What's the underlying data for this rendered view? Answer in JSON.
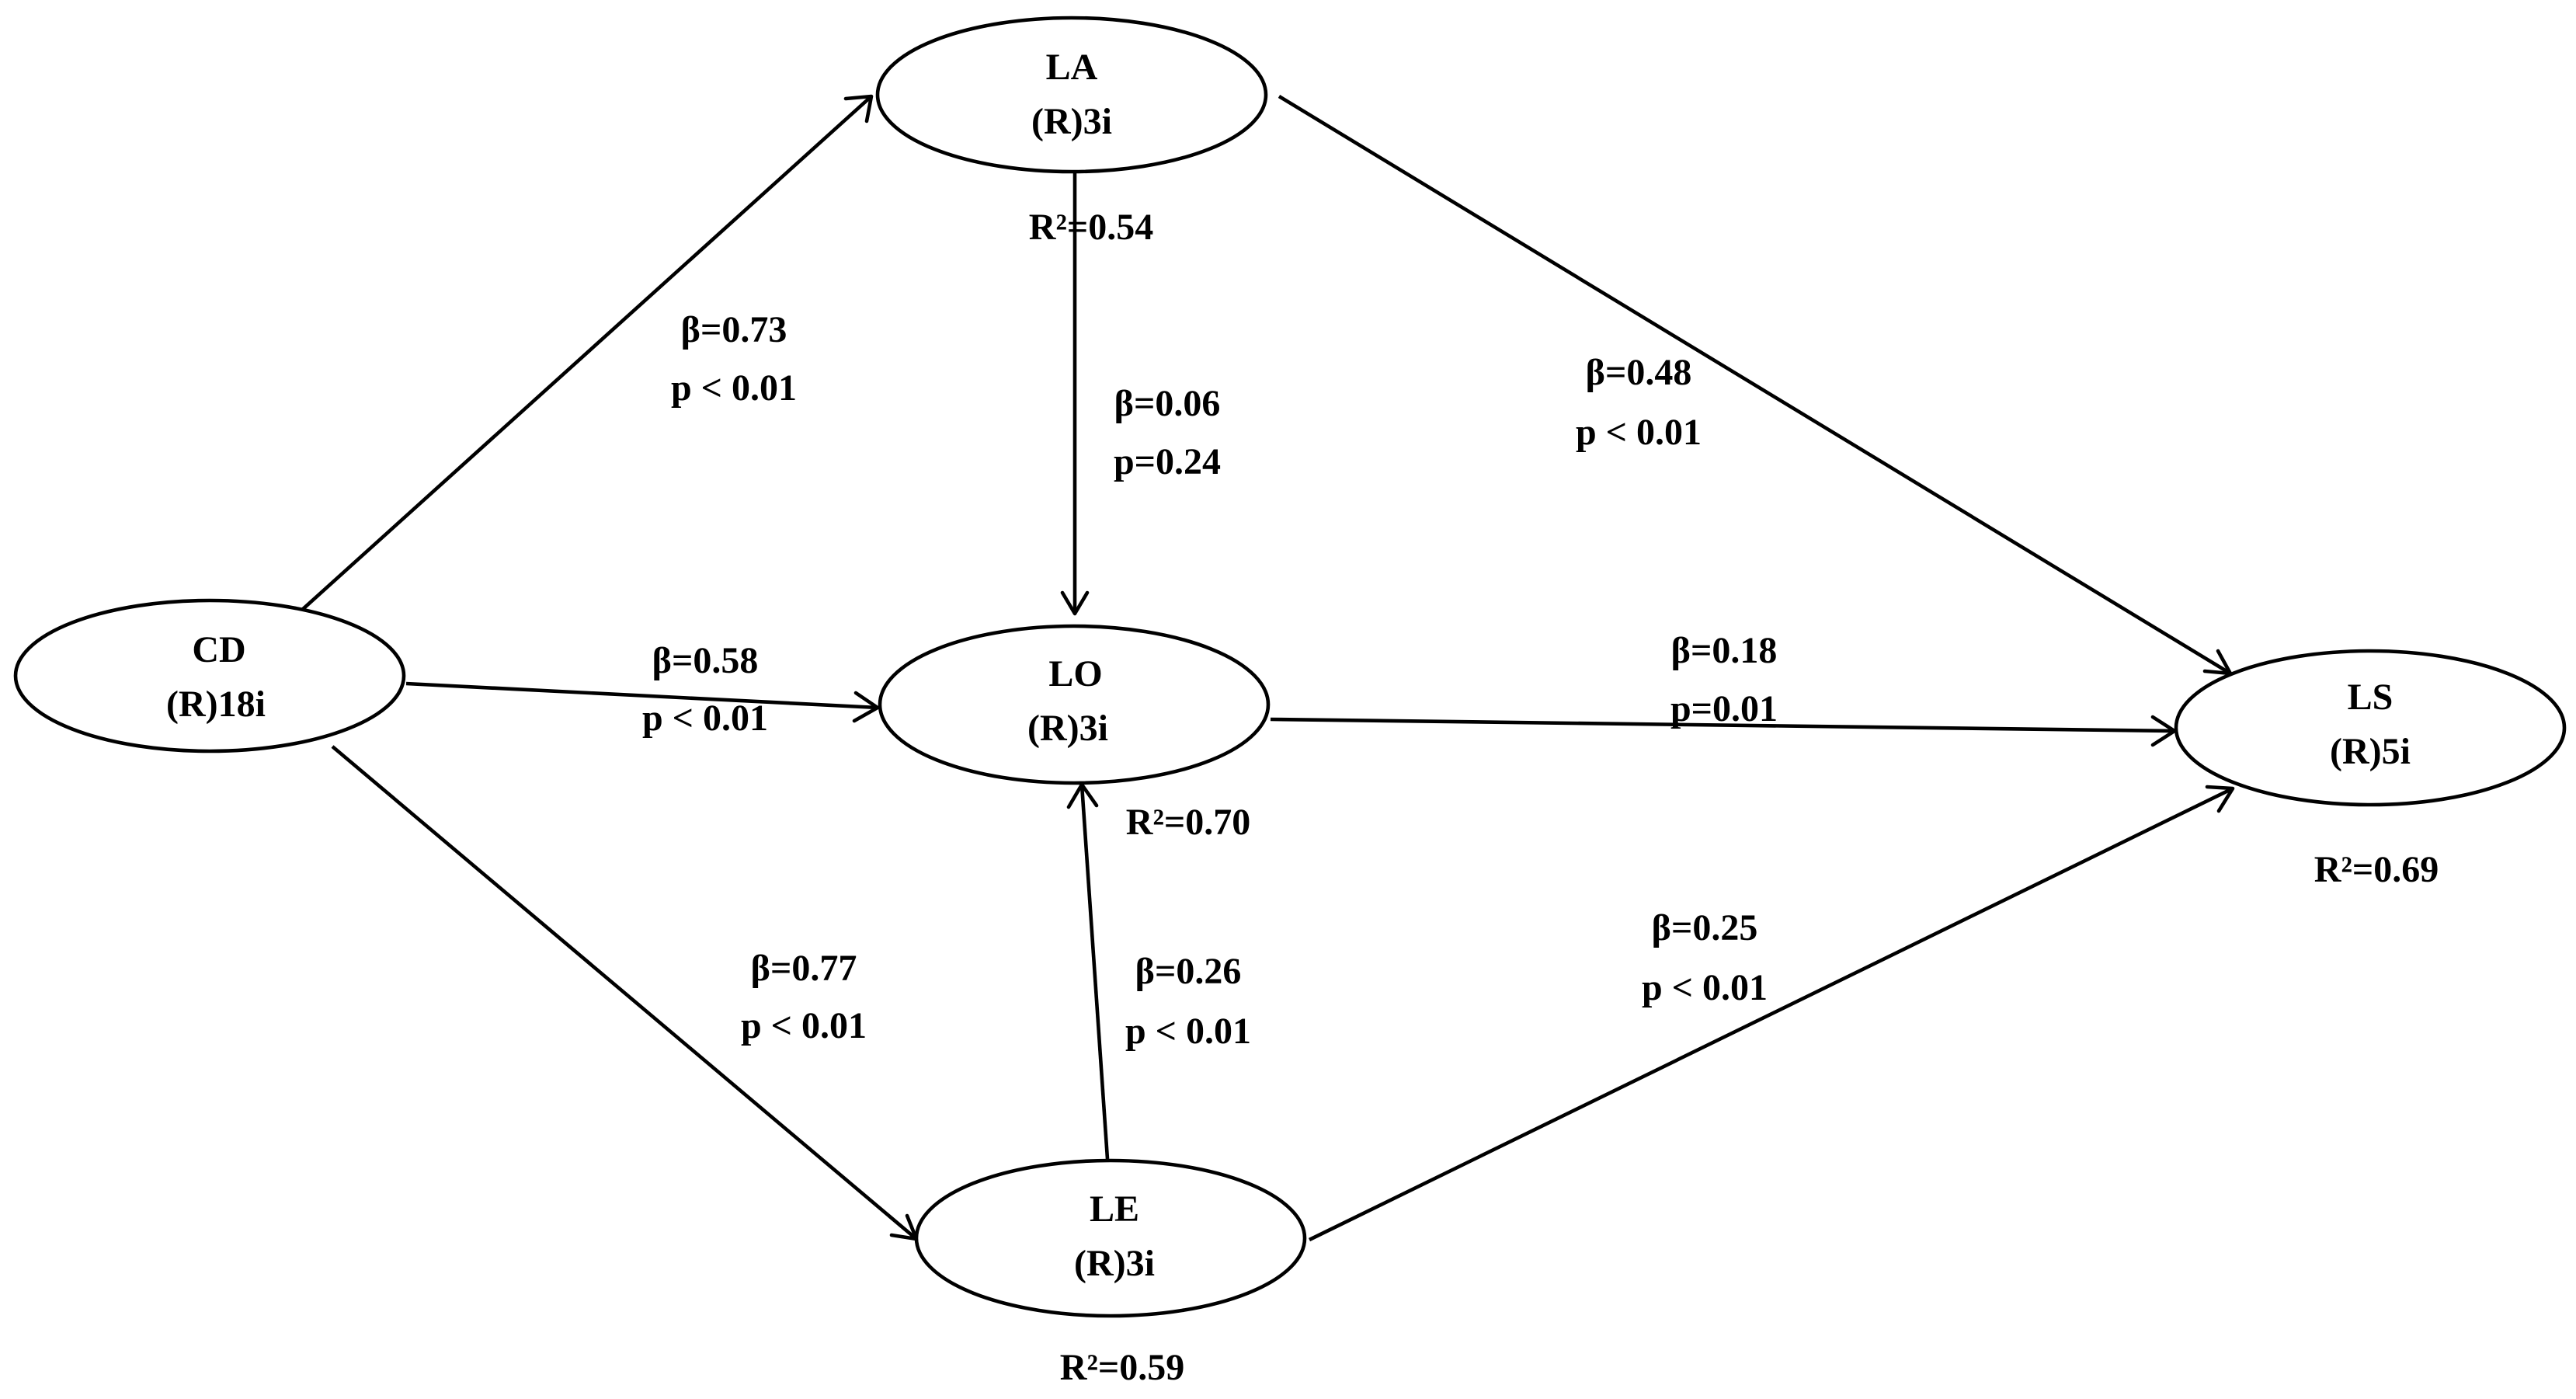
{
  "nodes": [
    {
      "id": "CD",
      "name": "CD",
      "items": "(R)18i",
      "r2": ""
    },
    {
      "id": "LA",
      "name": "LA",
      "items": "(R)3i",
      "r2": "R²=0.54"
    },
    {
      "id": "LO",
      "name": "LO",
      "items": "(R)3i",
      "r2": "R²=0.70"
    },
    {
      "id": "LE",
      "name": "LE",
      "items": "(R)3i",
      "r2": "R²=0.59"
    },
    {
      "id": "LS",
      "name": "LS",
      "items": "(R)5i",
      "r2": "R²=0.69"
    }
  ],
  "edges": [
    {
      "id": "cd-la",
      "from": "CD",
      "to": "LA",
      "beta": "β=0.73",
      "p": "p < 0.01"
    },
    {
      "id": "cd-lo",
      "from": "CD",
      "to": "LO",
      "beta": "β=0.58",
      "p": "p < 0.01"
    },
    {
      "id": "cd-le",
      "from": "CD",
      "to": "LE",
      "beta": "β=0.77",
      "p": "p < 0.01"
    },
    {
      "id": "la-lo",
      "from": "LA",
      "to": "LO",
      "beta": "β=0.06",
      "p": "p=0.24"
    },
    {
      "id": "la-ls",
      "from": "LA",
      "to": "LS",
      "beta": "β=0.48",
      "p": "p < 0.01"
    },
    {
      "id": "lo-ls",
      "from": "LO",
      "to": "LS",
      "beta": "β=0.18",
      "p": "p=0.01"
    },
    {
      "id": "le-lo",
      "from": "LE",
      "to": "LO",
      "beta": "β=0.26",
      "p": "p < 0.01"
    },
    {
      "id": "le-ls",
      "from": "LE",
      "to": "LS",
      "beta": "β=0.25",
      "p": "p < 0.01"
    }
  ]
}
